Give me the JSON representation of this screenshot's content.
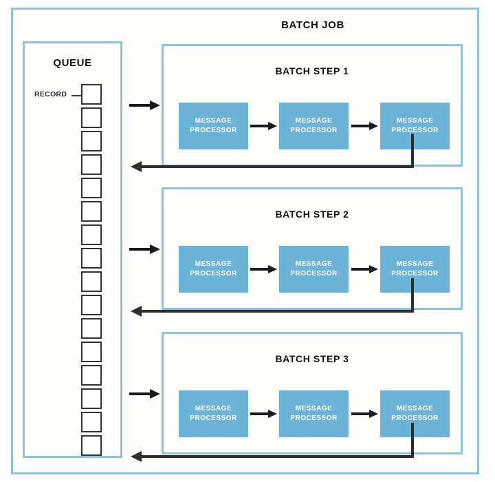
{
  "diagram": {
    "title": "BATCH JOB",
    "queue": {
      "title": "QUEUE",
      "record_label": "RECORD",
      "record_count": 16
    },
    "steps": [
      {
        "title": "BATCH STEP 1",
        "processors": [
          {
            "line1": "MESSAGE",
            "line2": "PROCESSOR"
          },
          {
            "line1": "MESSAGE",
            "line2": "PROCESSOR"
          },
          {
            "line1": "MESSAGE",
            "line2": "PROCESSOR"
          }
        ]
      },
      {
        "title": "BATCH STEP 2",
        "processors": [
          {
            "line1": "MESSAGE",
            "line2": "PROCESSOR"
          },
          {
            "line1": "MESSAGE",
            "line2": "PROCESSOR"
          },
          {
            "line1": "MESSAGE",
            "line2": "PROCESSOR"
          }
        ]
      },
      {
        "title": "BATCH STEP 3",
        "processors": [
          {
            "line1": "MESSAGE",
            "line2": "PROCESSOR"
          },
          {
            "line1": "MESSAGE",
            "line2": "PROCESSOR"
          },
          {
            "line1": "MESSAGE",
            "line2": "PROCESSOR"
          }
        ]
      }
    ],
    "colors": {
      "frame_border": "#8dc3dd",
      "processor_fill": "#6cb3d8",
      "processor_text": "#ffffff",
      "arrow": "#1a1a1a",
      "return_arrow": "#2e2e2e",
      "record_border": "#333333",
      "background": "#fdfdfc"
    }
  }
}
